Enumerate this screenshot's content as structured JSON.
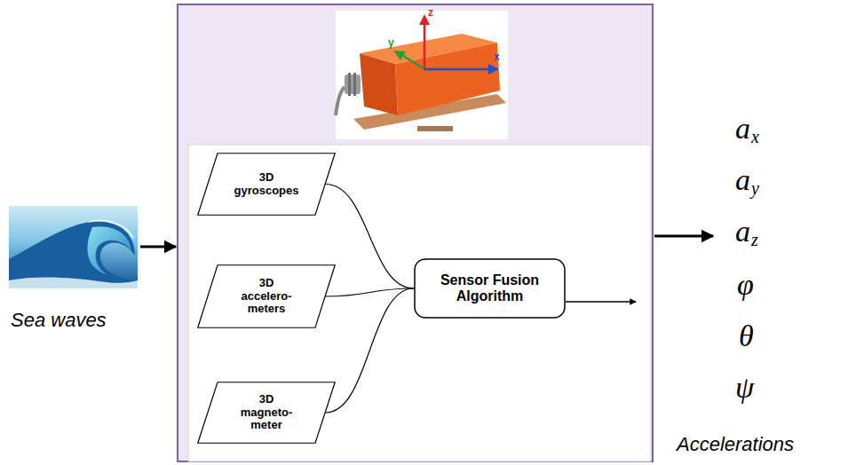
{
  "diagram": {
    "nodes": [
      {
        "text": [
          "3D gyroscopes"
        ]
      },
      {
        "text": [
          "3D accelero- meters"
        ]
      },
      {
        "text": [
          "3D magneto- meter"
        ]
      },
      {
        "text": [
          "Sensor Fusion Algorithm"
        ]
      }
    ],
    "edges": [
      {
        "from": 0,
        "to": 3,
        "arrow": "none"
      },
      {
        "from": 1,
        "to": 3,
        "arrow": "none"
      },
      {
        "from": 2,
        "to": 3,
        "arrow": "none"
      }
    ],
    "labels": [
      "Sea waves",
      "z",
      "y",
      "x",
      "a",
      "x",
      "a",
      "y",
      "a",
      "z",
      "φ",
      "θ",
      "ψ",
      "Accelerations"
    ]
  }
}
